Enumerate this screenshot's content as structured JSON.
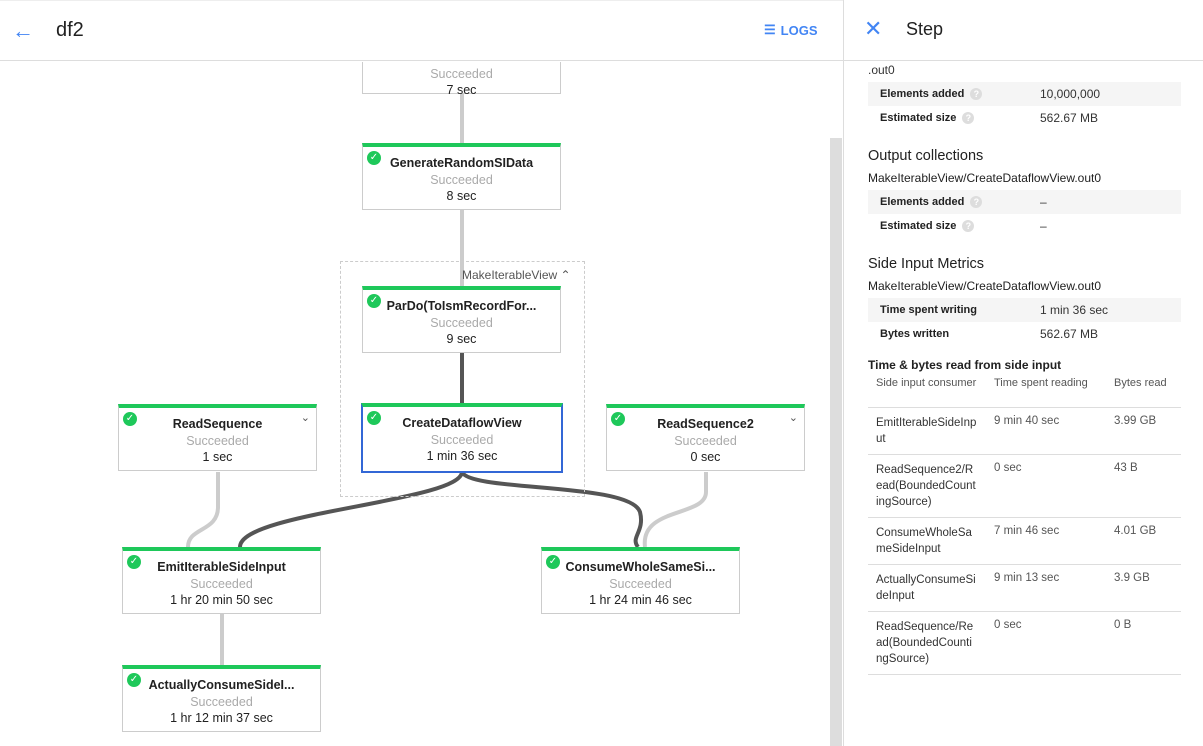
{
  "header": {
    "title": "df2",
    "logs_label": "LOGS"
  },
  "graph": {
    "group_label": "MakeIterableView",
    "nodes": {
      "top": {
        "status": "Succeeded",
        "time": "7 sec"
      },
      "gen": {
        "name": "GenerateRandomSIData",
        "status": "Succeeded",
        "time": "8 sec"
      },
      "pardo": {
        "name": "ParDo(ToIsmRecordFor...",
        "status": "Succeeded",
        "time": "9 sec"
      },
      "cdv": {
        "name": "CreateDataflowView",
        "status": "Succeeded",
        "time": "1 min 36 sec"
      },
      "rs": {
        "name": "ReadSequence",
        "status": "Succeeded",
        "time": "1 sec"
      },
      "rs2": {
        "name": "ReadSequence2",
        "status": "Succeeded",
        "time": "0 sec"
      },
      "emit": {
        "name": "EmitIterableSideInput",
        "status": "Succeeded",
        "time": "1 hr 20 min 50 sec"
      },
      "consume": {
        "name": "ConsumeWholeSameSi...",
        "status": "Succeeded",
        "time": "1 hr 24 min 46 sec"
      },
      "actual": {
        "name": "ActuallyConsumeSideI...",
        "status": "Succeeded",
        "time": "1 hr 12 min 37 sec"
      }
    }
  },
  "panel": {
    "title": "Step",
    "cut_text": ".out0",
    "input": {
      "elements_label": "Elements added",
      "elements": "10,000,000",
      "size_label": "Estimated size",
      "size": "562.67 MB"
    },
    "output": {
      "heading": "Output collections",
      "name": "MakeIterableView/CreateDataflowView.out0",
      "elements_label": "Elements added",
      "elements": "–",
      "size_label": "Estimated size",
      "size": "–"
    },
    "side": {
      "heading": "Side Input Metrics",
      "name": "MakeIterableView/CreateDataflowView.out0",
      "write_label": "Time spent writing",
      "write": "1 min 36 sec",
      "bytes_label": "Bytes written",
      "bytes": "562.67 MB"
    },
    "reads": {
      "heading": "Time & bytes read from side input",
      "columns": [
        "Side input consumer",
        "Time spent reading",
        "Bytes read"
      ],
      "rows": [
        [
          "EmitIterableSideInput",
          "9 min 40 sec",
          "3.99 GB"
        ],
        [
          "ReadSequence2/Read(BoundedCountingSource)",
          "0 sec",
          "43 B"
        ],
        [
          "ConsumeWholeSameSideInput",
          "7 min 46 sec",
          "4.01 GB"
        ],
        [
          "ActuallyConsumeSideInput",
          "9 min 13 sec",
          "3.9 GB"
        ],
        [
          "ReadSequence/Read(BoundedCountingSource)",
          "0 sec",
          "0 B"
        ]
      ]
    }
  }
}
